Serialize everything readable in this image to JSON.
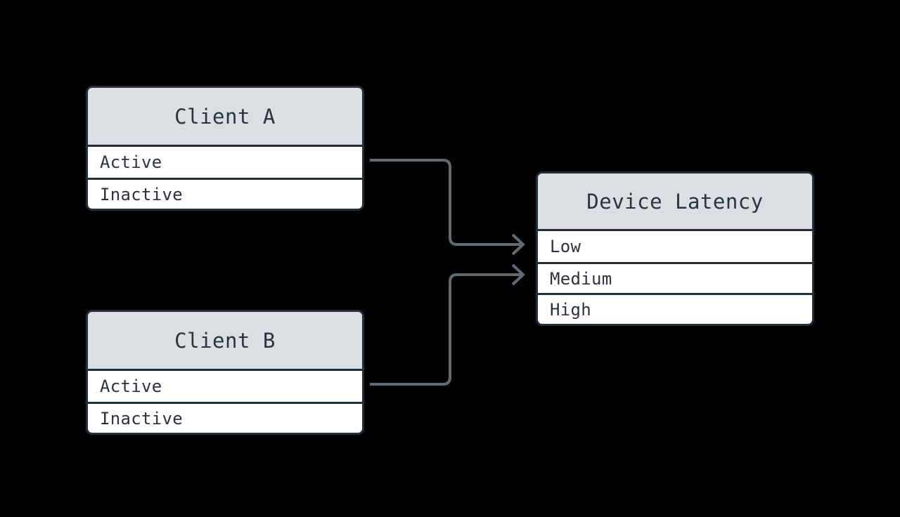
{
  "diagram": {
    "type": "entity-relationship",
    "background_color": "#000000",
    "border_color": "#242d38",
    "header_fill": "#dadfe3",
    "row_fill": "#ffffff",
    "text_color": "#2b333d",
    "edge_color": "#5f6b73"
  },
  "entities": [
    {
      "id": "client-a",
      "title": "Client A",
      "rows": [
        {
          "label": "Active"
        },
        {
          "label": "Inactive"
        }
      ]
    },
    {
      "id": "client-b",
      "title": "Client B",
      "rows": [
        {
          "label": "Active"
        },
        {
          "label": "Inactive"
        }
      ]
    },
    {
      "id": "device-latency",
      "title": "Device Latency",
      "rows": [
        {
          "label": "Low"
        },
        {
          "label": "Medium"
        },
        {
          "label": "High"
        }
      ]
    }
  ],
  "edges": [
    {
      "id": "client-a-active-to-latency-low",
      "from": "client-a.Active",
      "to": "device-latency.Low",
      "arrowhead": "open-chevron"
    },
    {
      "id": "client-b-active-to-latency-medium",
      "from": "client-b.Active",
      "to": "device-latency.Medium",
      "arrowhead": "open-chevron"
    }
  ]
}
